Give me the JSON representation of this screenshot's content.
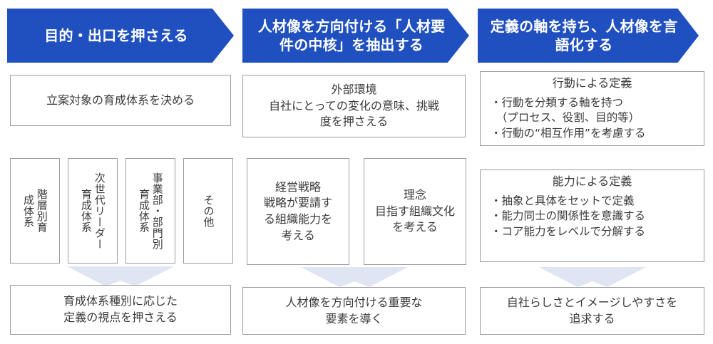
{
  "theme": {
    "brand_blue": "#2050c0",
    "arrow_fill": "#dfe5f2",
    "border_gray": "#9b9b9b",
    "text_gray": "#3a3a3a"
  },
  "columns": [
    {
      "header": "目的・出口を押さえる",
      "top_box": "立案対象の育成体系を決める",
      "vertical_boxes": [
        "階層別育\n成体系",
        "次世代リーダー\n育成体系",
        "事業部・部門別\n育成体系",
        "その他"
      ],
      "arrow": "down-arrow",
      "bottom_box": "育成体系種別に応じた\n定義の視点を押さえる"
    },
    {
      "header": "人材像を方向付ける「人材要件の中核」を抽出する",
      "top_box": "外部環境\n自社にとっての変化の意味、挑戦\n度を押さえる",
      "mid_left_box": "経営戦略\n戦略が要請す\nる組織能力を\n考える",
      "mid_right_box": "理念\n目指す組織文化\nを考える",
      "arrow": "down-arrow",
      "bottom_box": "人材像を方向付ける重要な\n要素を導く"
    },
    {
      "header": "定義の軸を持ち、人材像を言語化する",
      "def_box_1": {
        "title": "行動による定義",
        "items": "・行動を分類する軸を持つ\n　（プロセス、役割、目的等）\n・行動の“相互作用”を考慮する"
      },
      "def_box_2": {
        "title": "能力による定義",
        "items": "・抽象と具体をセットで定義\n・能力同士の関係性を意識する\n・コア能力をレベルで分解する"
      },
      "arrow": "down-arrow",
      "bottom_box": "自社らしさとイメージしやすさを\n追求する"
    }
  ]
}
